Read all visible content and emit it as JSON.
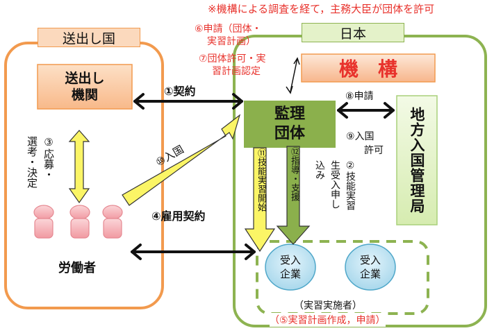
{
  "note": "※機構による調査を経て，主務大臣が団体を許可",
  "sending_country": {
    "title": "送出し国",
    "agency": "送出し\n機関",
    "workers_label": "労働者",
    "selection_step": "③応募・",
    "selection_step2": "選考・決定"
  },
  "japan": {
    "title": "日本",
    "organization": "機　構",
    "supervising_body": "監理\n団体",
    "immigration_bureau": "地方入国管理局",
    "host_companies": [
      "受入\n企業",
      "受入\n企業"
    ],
    "implementer_label": "（実習実施者）",
    "plan_step": "（⑤実習計画作成，申請）"
  },
  "steps": {
    "contract": "①契約",
    "application": "②技能実習",
    "application2": "生受入申し",
    "application3": "込み",
    "employment": "④雇用契約",
    "apply_org": "⑥申請（団体・",
    "apply_org2": "実習計画）",
    "permit": "⑦団体許可・実",
    "permit2": "習計画認定",
    "apply_imm": "⑧申請",
    "entry_permit": "⑨入国",
    "entry_permit2": "許可",
    "entry": "⑩入国",
    "start": "⑪技能実習開始",
    "guidance": "⑫指導・支援"
  },
  "colors": {
    "orange": "#f29a4e",
    "orange_fill": "#fbd3b0",
    "green": "#8db351",
    "green_fill": "#8bb04c",
    "light_green": "#e4f2c9",
    "yellow": "#fbf566",
    "pink": "#f4b3b8",
    "blue": "#bfe2f1",
    "red": "#e8322c"
  }
}
